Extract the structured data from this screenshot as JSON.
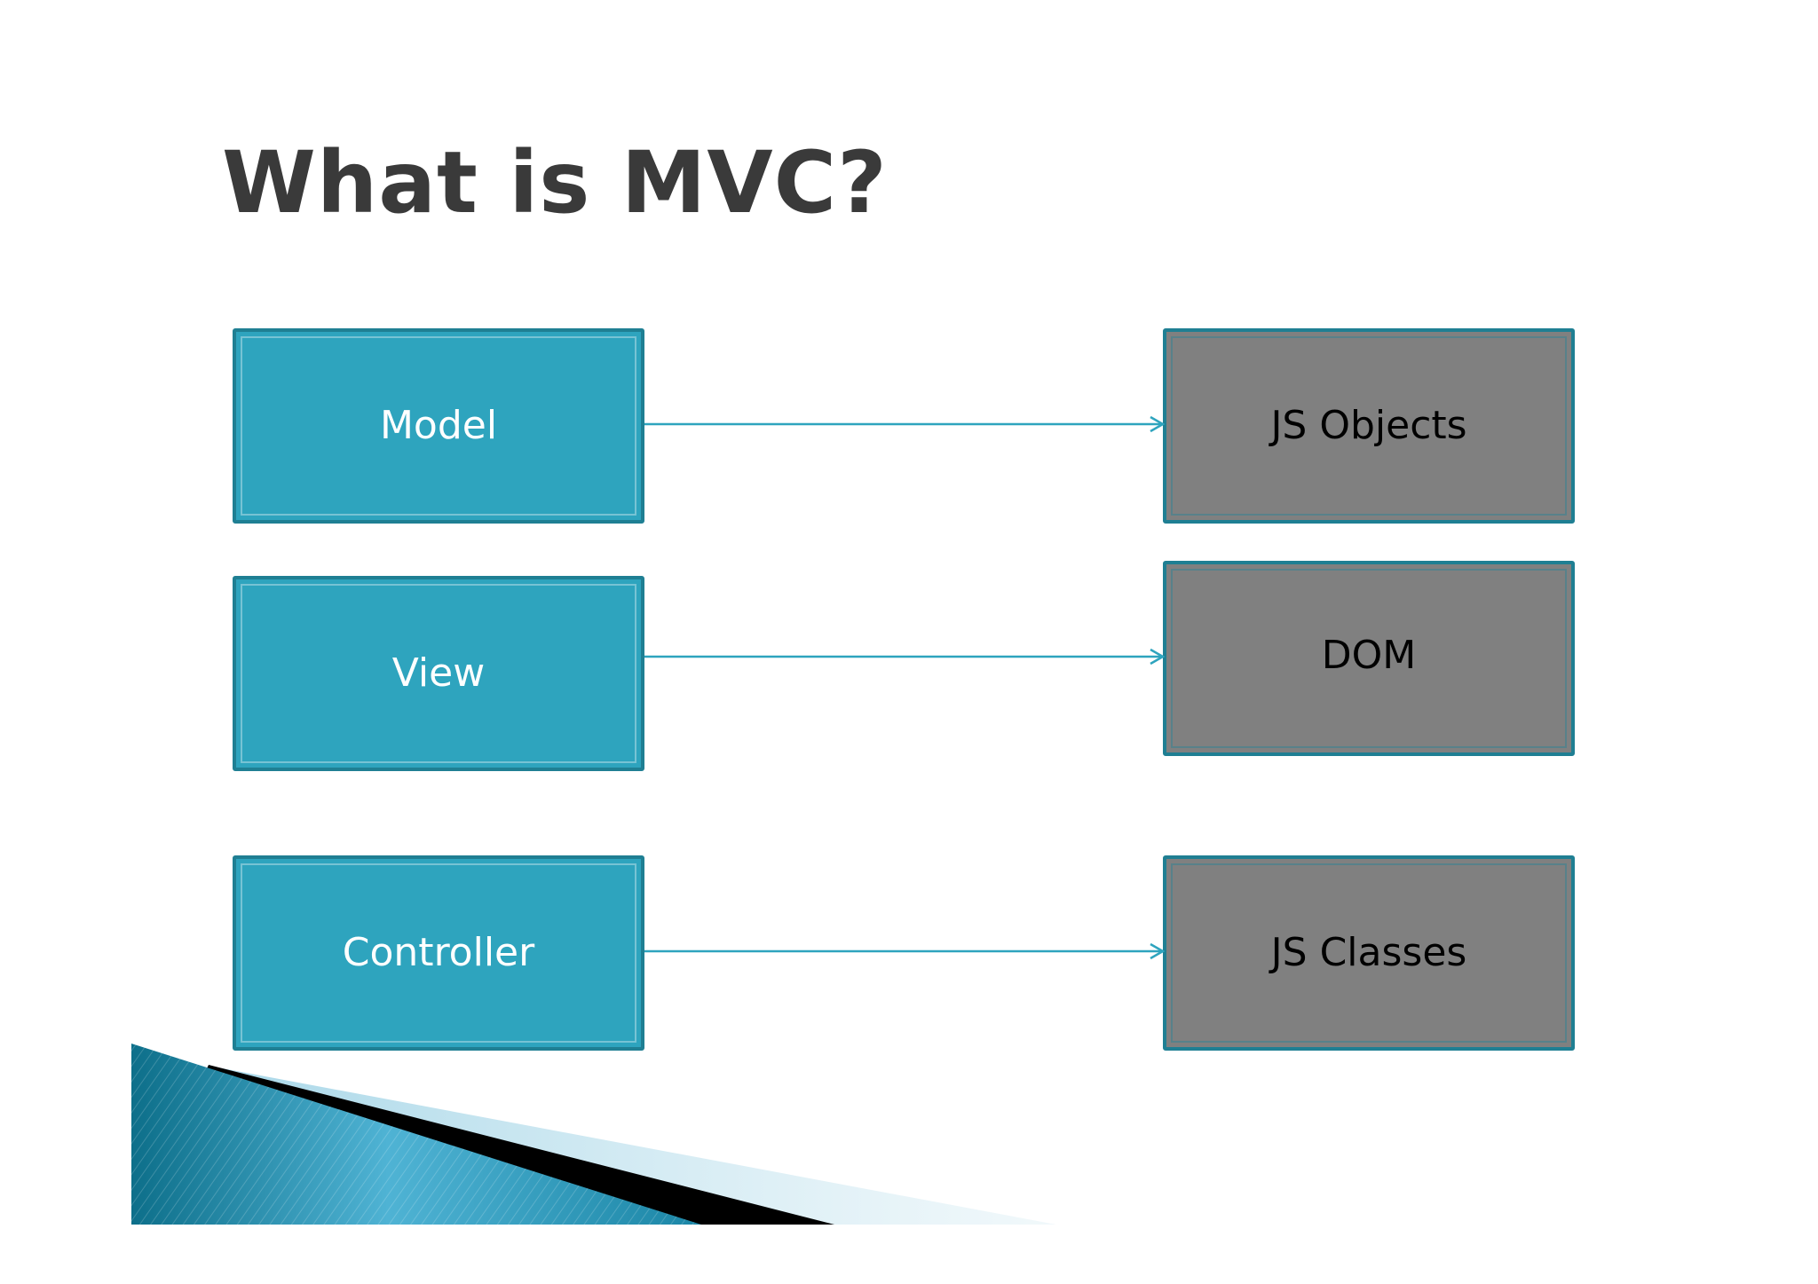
{
  "slide": {
    "title": "What is MVC?"
  },
  "diagram": {
    "left_boxes": [
      {
        "label": "Model"
      },
      {
        "label": "View"
      },
      {
        "label": "Controller"
      }
    ],
    "right_boxes": [
      {
        "label": "JS Objects"
      },
      {
        "label": "DOM"
      },
      {
        "label": "JS Classes"
      }
    ]
  },
  "colors": {
    "title": "#3a3a3a",
    "mvc_box_fill": "#2ea4be",
    "mvc_box_border": "#1f7f93",
    "tech_box_fill": "#808080",
    "arrow": "#2ea4be"
  }
}
